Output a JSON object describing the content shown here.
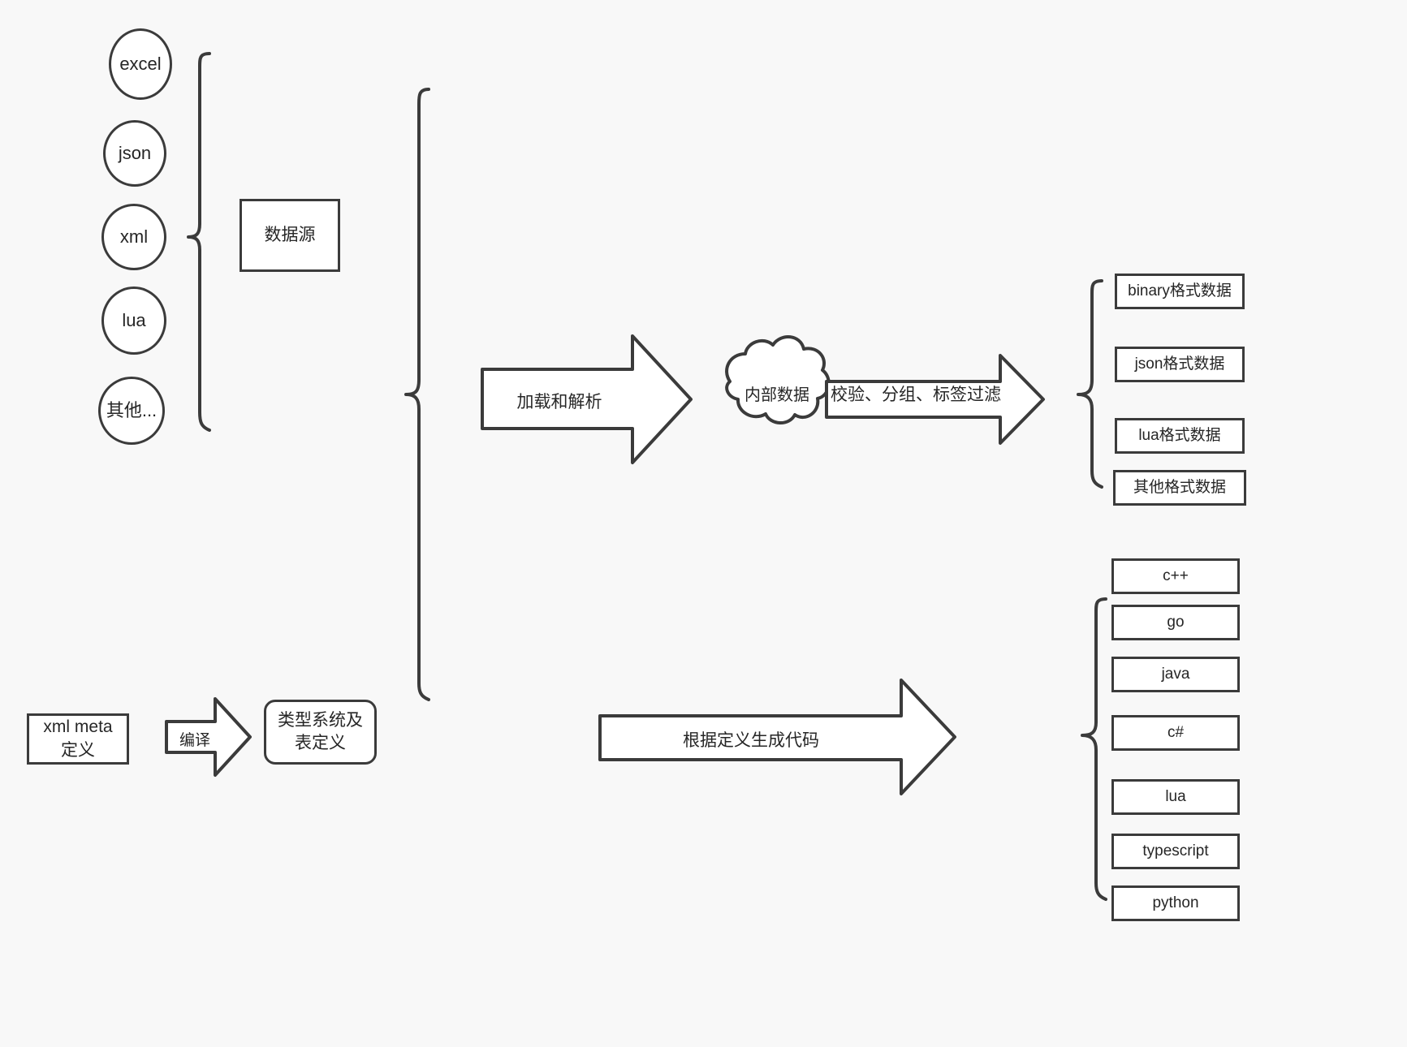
{
  "diagram": {
    "title": "data pipeline diagram",
    "background_color": "#f8f8f8",
    "stroke_color": "#3b3b3b",
    "fill_color": "#ffffff",
    "text_color": "#262626"
  },
  "sources": {
    "group_label": "数据源",
    "items": [
      {
        "label": "excel"
      },
      {
        "label": "json"
      },
      {
        "label": "xml"
      },
      {
        "label": "lua"
      },
      {
        "label": "其他..."
      }
    ]
  },
  "meta": {
    "source_box": "xml meta定义",
    "compile_arrow": "编译",
    "target_box": "类型系统及表定义"
  },
  "pipeline": {
    "load_arrow": "加载和解析",
    "internal_data": "内部数据",
    "filter_arrow": "校验、分组、标签过滤",
    "codegen_arrow": "根据定义生成代码"
  },
  "outputs": {
    "formats": [
      {
        "label": "binary格式数据"
      },
      {
        "label": "json格式数据"
      },
      {
        "label": "lua格式数据"
      },
      {
        "label": "其他格式数据"
      }
    ],
    "languages": [
      {
        "label": "c++"
      },
      {
        "label": "go"
      },
      {
        "label": "java"
      },
      {
        "label": "c#"
      },
      {
        "label": "lua"
      },
      {
        "label": "typescript"
      },
      {
        "label": "python"
      }
    ]
  }
}
